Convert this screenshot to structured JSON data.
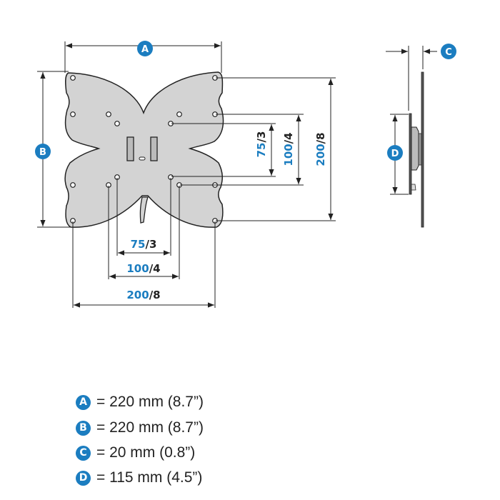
{
  "colors": {
    "accent": "#1b7dc0",
    "plate": "#d3d3d3",
    "line": "#222222"
  },
  "front_view": {
    "dim_a_letter": "A",
    "dim_b_letter": "B",
    "vertical_dims": [
      {
        "value": "75",
        "unit": "/3"
      },
      {
        "value": "100",
        "unit": "/4"
      },
      {
        "value": "200",
        "unit": "/8"
      }
    ],
    "horizontal_dims": [
      {
        "value": "75",
        "unit": "/3"
      },
      {
        "value": "100",
        "unit": "/4"
      },
      {
        "value": "200",
        "unit": "/8"
      }
    ]
  },
  "side_view": {
    "dim_c_letter": "C",
    "dim_d_letter": "D"
  },
  "legend": [
    {
      "letter": "A",
      "text": "= 220 mm (8.7”)"
    },
    {
      "letter": "B",
      "text": "= 220 mm (8.7”)"
    },
    {
      "letter": "C",
      "text": "= 20 mm (0.8”)"
    },
    {
      "letter": "D",
      "text": "= 115 mm (4.5”)"
    }
  ]
}
